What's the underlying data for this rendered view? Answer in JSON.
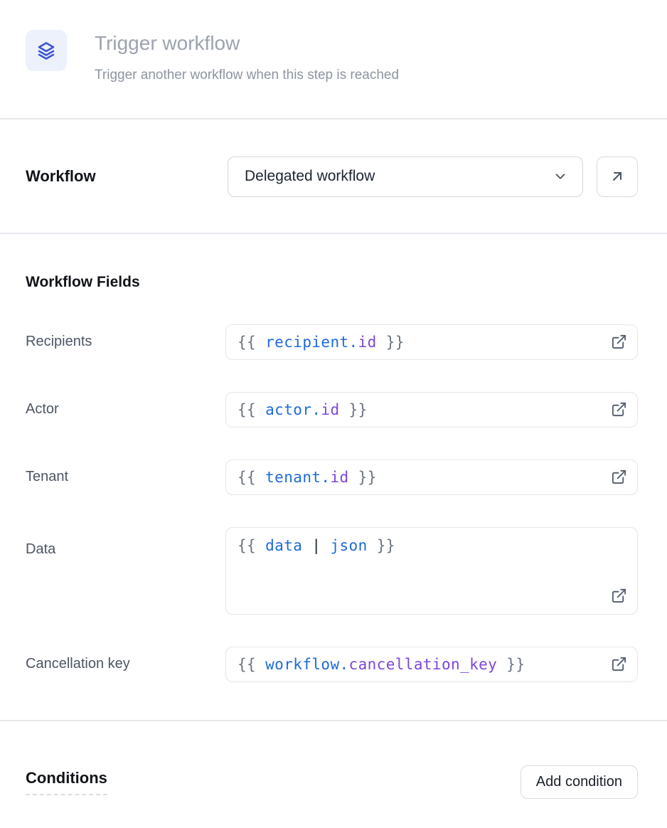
{
  "colors": {
    "accent_blue": "#3b55d6",
    "icon_tile_bg": "#edf1fc",
    "code_blue": "#1e6ad7",
    "code_purple": "#7c46d8",
    "code_gray": "#697380",
    "code_dark": "#1f2630"
  },
  "header": {
    "icon": "layers-icon",
    "title": "Trigger workflow",
    "subtitle": "Trigger another workflow when this step is reached"
  },
  "workflow_selector": {
    "label": "Workflow",
    "selected": "Delegated workflow",
    "chevron_icon": "chevron-down-icon",
    "open_button_icon": "arrow-up-right-icon"
  },
  "workflow_fields": {
    "heading": "Workflow Fields",
    "field_action_icon": "external-link-icon",
    "fields": [
      {
        "label": "Recipients",
        "multiline": false,
        "value": "{{ recipient.id }}",
        "tokens": [
          {
            "text": "{{ ",
            "color": "gray"
          },
          {
            "text": "recipient.",
            "color": "blue"
          },
          {
            "text": "id",
            "color": "purple"
          },
          {
            "text": " }}",
            "color": "gray"
          }
        ]
      },
      {
        "label": "Actor",
        "multiline": false,
        "value": "{{ actor.id }}",
        "tokens": [
          {
            "text": "{{ ",
            "color": "gray"
          },
          {
            "text": "actor.",
            "color": "blue"
          },
          {
            "text": "id",
            "color": "purple"
          },
          {
            "text": " }}",
            "color": "gray"
          }
        ]
      },
      {
        "label": "Tenant",
        "multiline": false,
        "value": "{{ tenant.id }}",
        "tokens": [
          {
            "text": "{{ ",
            "color": "gray"
          },
          {
            "text": "tenant.",
            "color": "blue"
          },
          {
            "text": "id",
            "color": "purple"
          },
          {
            "text": " }}",
            "color": "gray"
          }
        ]
      },
      {
        "label": "Data",
        "multiline": true,
        "value": "{{ data | json }}",
        "tokens": [
          {
            "text": "{{ ",
            "color": "gray"
          },
          {
            "text": "data",
            "color": "blue"
          },
          {
            "text": " | ",
            "color": "dark"
          },
          {
            "text": "json",
            "color": "blue"
          },
          {
            "text": " }}",
            "color": "gray"
          }
        ]
      },
      {
        "label": "Cancellation key",
        "multiline": false,
        "value": "{{ workflow.cancellation_key }}",
        "tokens": [
          {
            "text": "{{ ",
            "color": "gray"
          },
          {
            "text": "workflow.",
            "color": "blue"
          },
          {
            "text": "cancellation_key",
            "color": "purple"
          },
          {
            "text": " }}",
            "color": "gray"
          }
        ]
      }
    ]
  },
  "conditions": {
    "heading": "Conditions",
    "add_button_label": "Add condition"
  }
}
